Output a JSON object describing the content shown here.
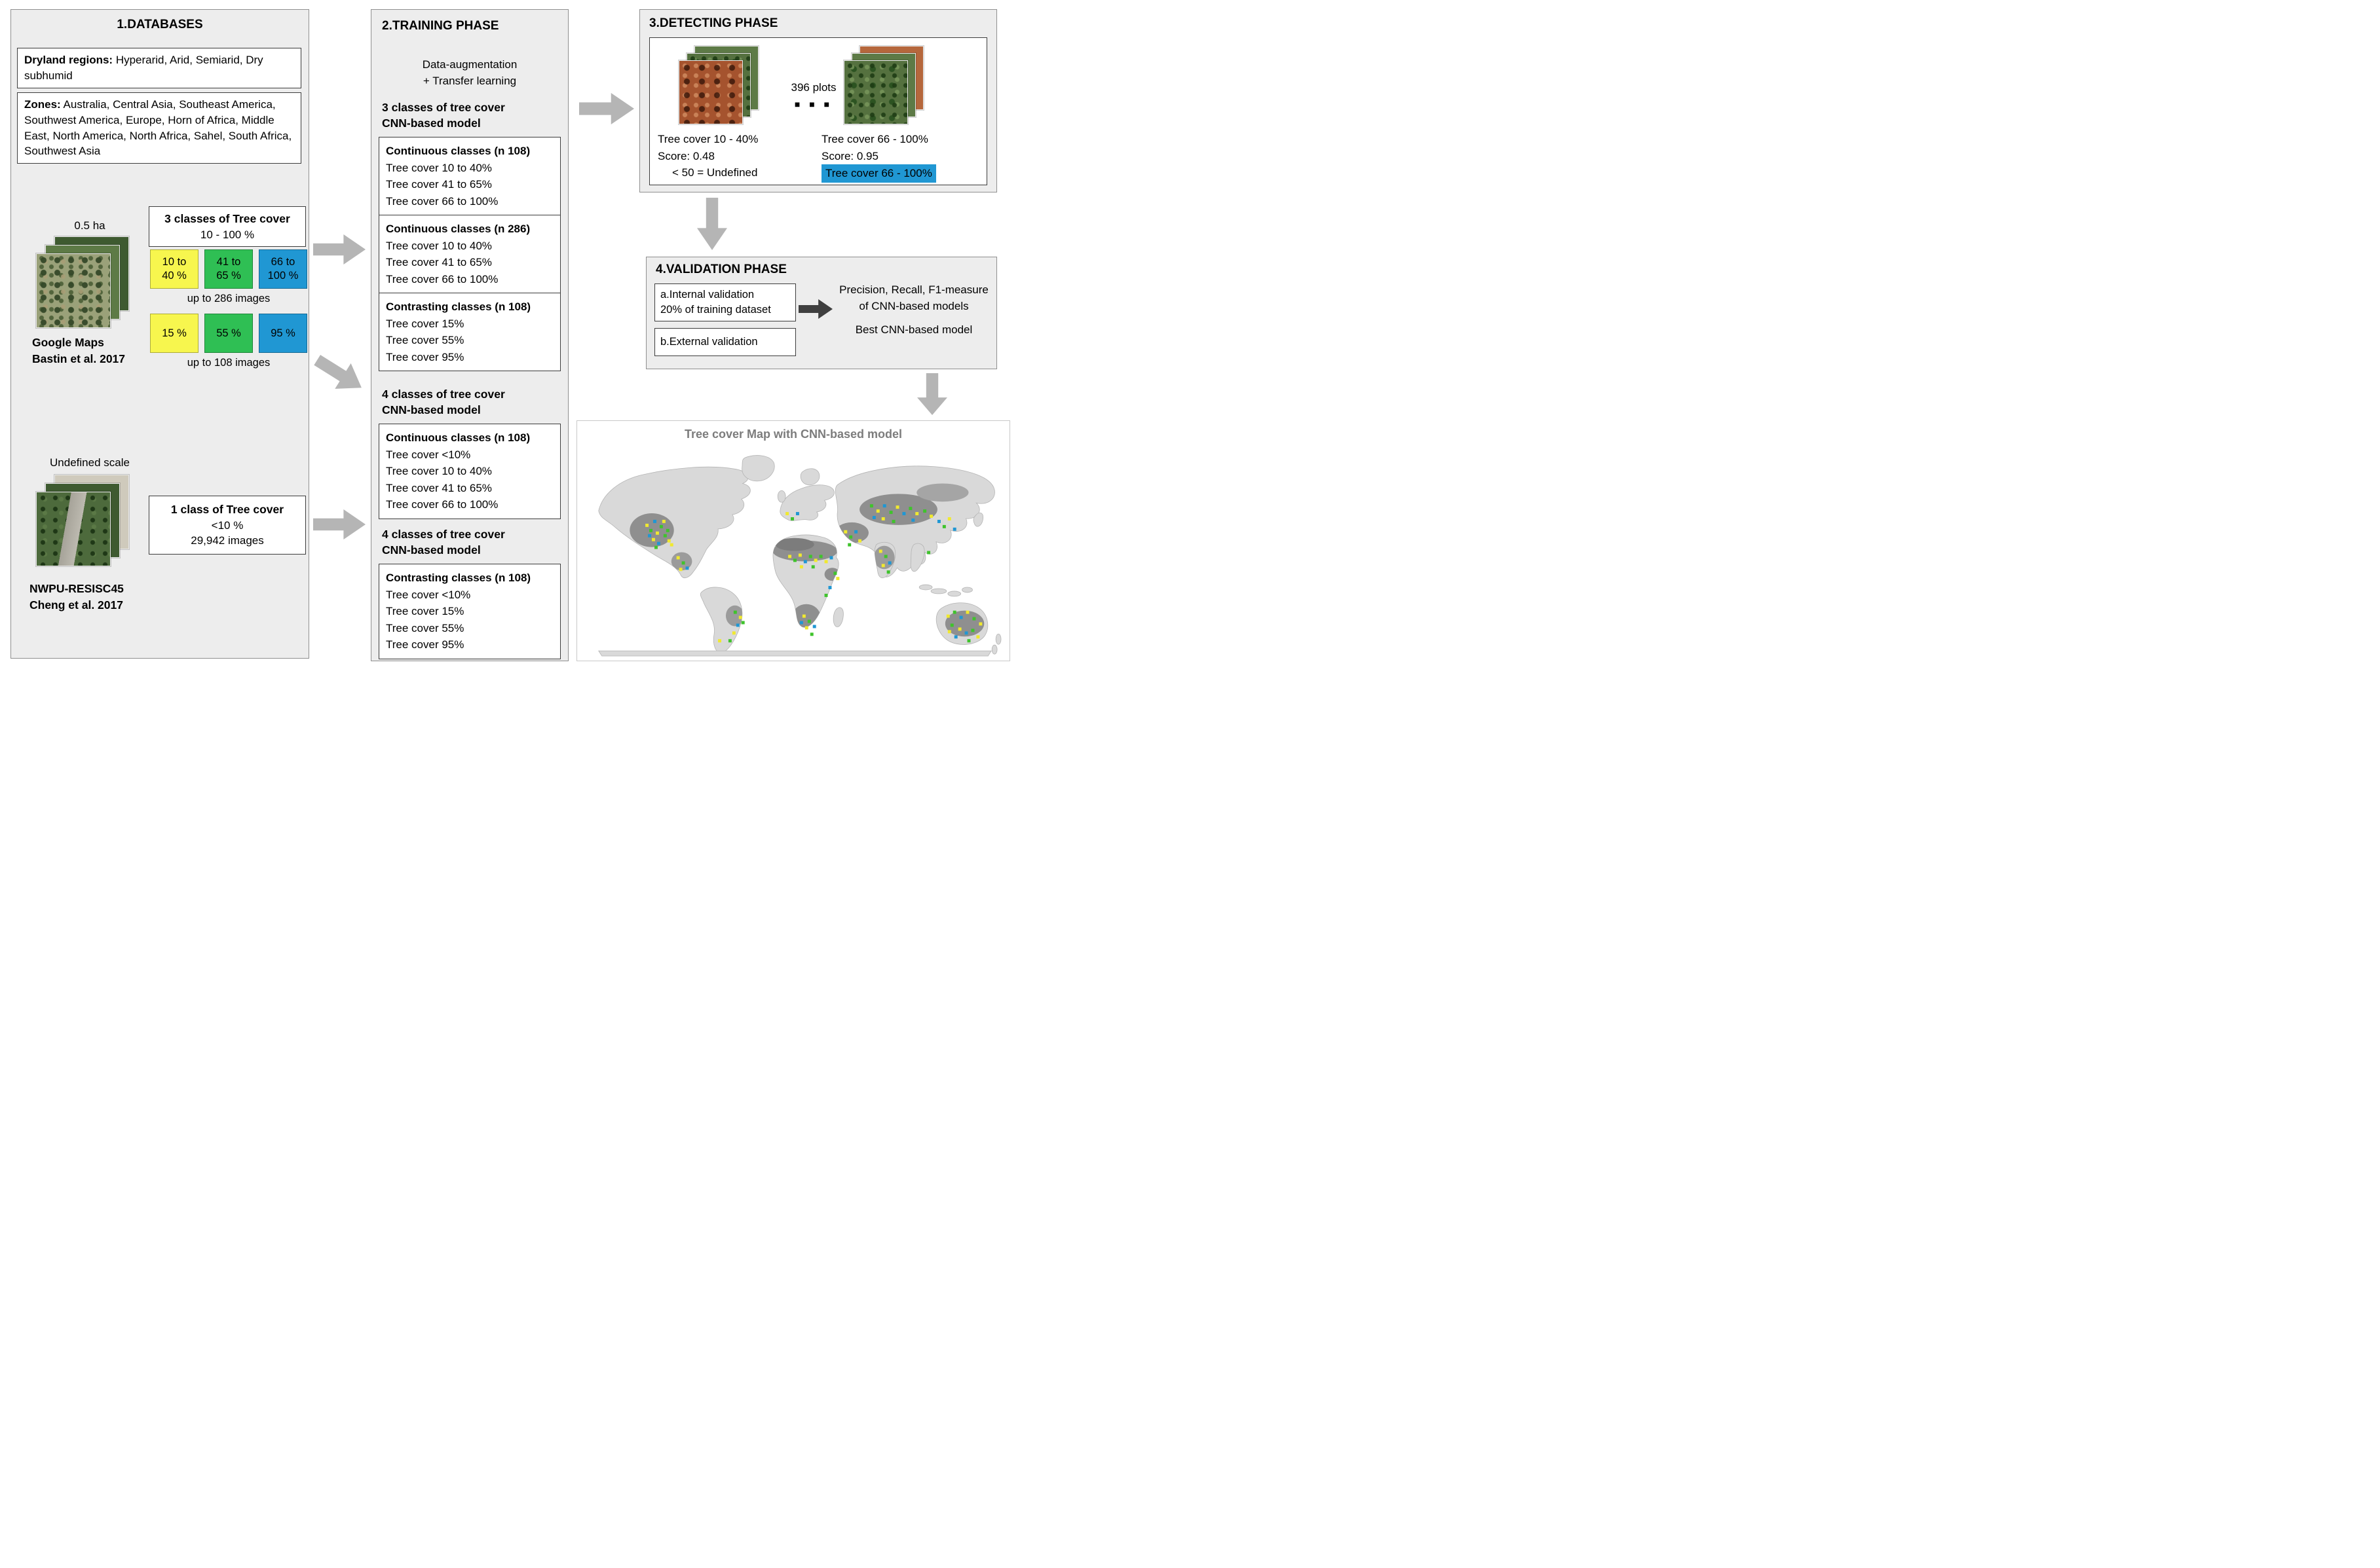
{
  "colors": {
    "class_yellow": "#f7f64e",
    "class_green": "#2fbf54",
    "class_blue": "#2097d3",
    "highlight_blue": "#2097d3",
    "panel_bg": "#ededed",
    "arrow_gray": "#b5b5b5",
    "arrow_dark": "#3f3f3f"
  },
  "databases": {
    "title": "1.DATABASES",
    "dryland_label": "Dryland regions:",
    "dryland_text": " Hyperarid, Arid, Semiarid, Dry subhumid",
    "zones_label": "Zones:",
    "zones_text": " Australia, Central Asia, Southeast America, Southwest America, Europe, Horn of Africa, Middle East, North America, North Africa, Sahel, South Africa, Southwest Asia",
    "scale_label_1": "0.5 ha",
    "tree_cover_3": {
      "title": "3 classes of Tree cover",
      "range": "10 - 100 %",
      "squares_row1": [
        {
          "label": "10 to\n40 %"
        },
        {
          "label": "41 to\n65 %"
        },
        {
          "label": "66 to\n100 %"
        }
      ],
      "caption_row1": "up to 286 images",
      "squares_row2": [
        {
          "label": "15 %"
        },
        {
          "label": "55 %"
        },
        {
          "label": "95 %"
        }
      ],
      "caption_row2": "up to 108 images"
    },
    "source_1": {
      "line1": "Google Maps",
      "line2": "Bastin et al. 2017"
    },
    "scale_label_2": "Undefined scale",
    "tree_cover_1": {
      "title": "1 class of Tree cover",
      "value": "<10 %",
      "count": "29,942 images"
    },
    "source_2": {
      "line1": "NWPU-RESISC45",
      "line2": "Cheng et al. 2017"
    }
  },
  "training": {
    "title": "2.TRAINING PHASE",
    "augmentation_line1": "Data-augmentation",
    "augmentation_line2": "+ Transfer learning",
    "model3_heading_line1": "3 classes of tree cover",
    "model3_heading_line2": "CNN-based model",
    "model3_sections": [
      {
        "header": "Continuous classes (n 108)",
        "lines": [
          "Tree cover 10 to 40%",
          "Tree cover 41 to 65%",
          "Tree cover 66 to 100%"
        ]
      },
      {
        "header": "Continuous classes (n 286)",
        "lines": [
          "Tree cover 10 to 40%",
          "Tree cover 41 to 65%",
          "Tree cover 66 to 100%"
        ]
      },
      {
        "header": "Contrasting classes (n 108)",
        "lines": [
          "Tree cover 15%",
          "Tree cover 55%",
          "Tree cover 95%"
        ]
      }
    ],
    "model4a_heading_line1": "4 classes of tree cover",
    "model4a_heading_line2": "CNN-based model",
    "model4a": {
      "header": "Continuous classes (n 108)",
      "lines": [
        "Tree cover <10%",
        "Tree cover 10 to 40%",
        "Tree cover 41 to 65%",
        "Tree cover 66 to 100%"
      ]
    },
    "model4b_heading_line1": "4 classes of tree cover",
    "model4b_heading_line2": "CNN-based model",
    "model4b": {
      "header": "Contrasting classes (n 108)",
      "lines": [
        "Tree cover <10%",
        "Tree cover 15%",
        "Tree cover 55%",
        "Tree cover 95%"
      ]
    }
  },
  "detecting": {
    "title": "3.DETECTING PHASE",
    "plots_label": "396 plots",
    "plots_dots": "■ ■ ■",
    "left_result": {
      "line1": "Tree cover 10 - 40%",
      "line2": "Score: 0.48",
      "line3": "< 50 = Undefined"
    },
    "right_result": {
      "line1": "Tree cover 66 - 100%",
      "line2": "Score: 0.95",
      "highlight": "Tree cover 66 - 100%"
    }
  },
  "validation": {
    "title": "4.VALIDATION PHASE",
    "internal": {
      "line1": "a.Internal validation",
      "line2": "20% of training dataset"
    },
    "external": "b.External validation",
    "results": {
      "line1": "Precision, Recall, F1-measure",
      "line2": "of CNN-based models",
      "line3": "Best CNN-based model"
    }
  },
  "map": {
    "title": "Tree cover Map with CNN-based model",
    "dot_colors": [
      "#f0e92f",
      "#3fc32c",
      "#2097d3"
    ],
    "points": [
      [
        102,
        118,
        0
      ],
      [
        108,
        126,
        1
      ],
      [
        114,
        112,
        2
      ],
      [
        118,
        130,
        0
      ],
      [
        124,
        120,
        1
      ],
      [
        112,
        140,
        0
      ],
      [
        120,
        146,
        2
      ],
      [
        130,
        134,
        1
      ],
      [
        136,
        142,
        0
      ],
      [
        128,
        112,
        0
      ],
      [
        106,
        134,
        2
      ],
      [
        134,
        126,
        1
      ],
      [
        140,
        148,
        0
      ],
      [
        116,
        152,
        1
      ],
      [
        150,
        168,
        0
      ],
      [
        158,
        176,
        1
      ],
      [
        164,
        184,
        2
      ],
      [
        154,
        186,
        0
      ],
      [
        238,
        252,
        1
      ],
      [
        246,
        260,
        0
      ],
      [
        242,
        272,
        2
      ],
      [
        250,
        268,
        1
      ],
      [
        236,
        284,
        0
      ],
      [
        230,
        296,
        1
      ],
      [
        214,
        296,
        0
      ],
      [
        318,
        100,
        0
      ],
      [
        326,
        108,
        1
      ],
      [
        334,
        100,
        2
      ],
      [
        322,
        166,
        0
      ],
      [
        330,
        172,
        1
      ],
      [
        338,
        164,
        0
      ],
      [
        346,
        174,
        2
      ],
      [
        354,
        166,
        1
      ],
      [
        362,
        172,
        0
      ],
      [
        370,
        166,
        1
      ],
      [
        378,
        174,
        0
      ],
      [
        386,
        168,
        2
      ],
      [
        340,
        182,
        0
      ],
      [
        358,
        182,
        1
      ],
      [
        392,
        192,
        1
      ],
      [
        396,
        200,
        0
      ],
      [
        384,
        214,
        2
      ],
      [
        378,
        226,
        1
      ],
      [
        344,
        258,
        0
      ],
      [
        352,
        266,
        1
      ],
      [
        360,
        274,
        2
      ],
      [
        348,
        276,
        0
      ],
      [
        356,
        286,
        1
      ],
      [
        340,
        268,
        2
      ],
      [
        408,
        128,
        0
      ],
      [
        416,
        136,
        1
      ],
      [
        424,
        128,
        2
      ],
      [
        430,
        142,
        0
      ],
      [
        414,
        148,
        1
      ],
      [
        448,
        88,
        1
      ],
      [
        458,
        96,
        0
      ],
      [
        468,
        88,
        2
      ],
      [
        478,
        98,
        1
      ],
      [
        488,
        90,
        0
      ],
      [
        498,
        100,
        2
      ],
      [
        508,
        92,
        1
      ],
      [
        518,
        100,
        0
      ],
      [
        466,
        108,
        0
      ],
      [
        482,
        112,
        1
      ],
      [
        452,
        106,
        2
      ],
      [
        512,
        110,
        2
      ],
      [
        530,
        96,
        1
      ],
      [
        540,
        104,
        0
      ],
      [
        462,
        158,
        0
      ],
      [
        470,
        166,
        1
      ],
      [
        476,
        176,
        2
      ],
      [
        466,
        180,
        0
      ],
      [
        474,
        190,
        1
      ],
      [
        552,
        112,
        2
      ],
      [
        560,
        120,
        1
      ],
      [
        568,
        108,
        0
      ],
      [
        576,
        124,
        2
      ],
      [
        536,
        160,
        1
      ],
      [
        566,
        258,
        0
      ],
      [
        576,
        252,
        1
      ],
      [
        586,
        260,
        2
      ],
      [
        596,
        252,
        0
      ],
      [
        606,
        262,
        1
      ],
      [
        616,
        270,
        0
      ],
      [
        572,
        272,
        1
      ],
      [
        584,
        278,
        0
      ],
      [
        594,
        284,
        2
      ],
      [
        604,
        280,
        1
      ],
      [
        612,
        290,
        0
      ],
      [
        578,
        290,
        2
      ],
      [
        568,
        282,
        0
      ],
      [
        598,
        296,
        1
      ]
    ]
  }
}
